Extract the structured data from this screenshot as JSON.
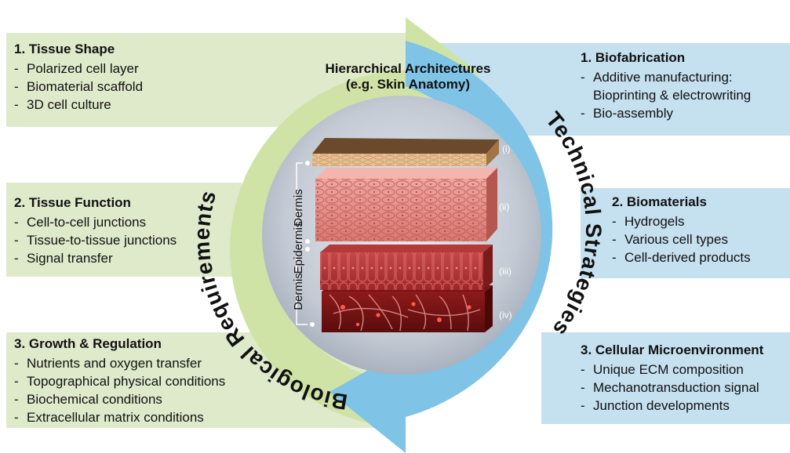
{
  "colors": {
    "bio_green": "#dfeacb",
    "tech_blue": "#c5e0ef",
    "arrow_green": "#cfe3a7",
    "arrow_blue": "#7fc3e6"
  },
  "center": {
    "title_line1": "Hierarchical Architectures",
    "title_line2": "(e.g. Skin Anatomy)",
    "layers": [
      "(i)",
      "(ii)",
      "(iii)",
      "(iv)"
    ],
    "labels": [
      "Epidermis",
      "Dermis",
      "Dermis",
      "Epidermis"
    ]
  },
  "arcs": {
    "left": "Biological Requirements",
    "right": "Technical Strategies"
  },
  "left": [
    {
      "title": "1. Tissue Shape",
      "items": [
        "Polarized cell layer",
        "Biomaterial scaffold",
        "3D cell culture"
      ]
    },
    {
      "title": "2. Tissue Function",
      "items": [
        "Cell-to-cell junctions",
        "Tissue-to-tissue junctions",
        "Signal transfer"
      ]
    },
    {
      "title": "3. Growth & Regulation",
      "items": [
        "Nutrients and oxygen transfer",
        "Topographical physical conditions",
        "Biochemical conditions",
        "Extracellular matrix conditions"
      ]
    }
  ],
  "right": [
    {
      "title": "1. Biofabrication",
      "items": [
        "Additive manufacturing:"
      ],
      "cont": "Bioprinting & electrowriting",
      "items2": [
        "Bio-assembly"
      ]
    },
    {
      "title": "2. Biomaterials",
      "items": [
        "Hydrogels",
        "Various cell types",
        "Cell-derived products"
      ]
    },
    {
      "title": "3. Cellular Microenvironment",
      "items": [
        "Unique ECM composition",
        "Mechanotransduction signal",
        "Junction developments"
      ]
    }
  ]
}
